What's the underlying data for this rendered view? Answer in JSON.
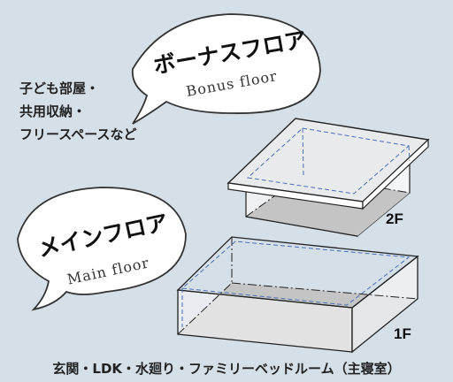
{
  "bonus_bubble": {
    "title": "ボーナスフロア",
    "subtitle": "Bonus floor"
  },
  "main_bubble": {
    "title": "メインフロア",
    "subtitle": "Main floor"
  },
  "bonus_uses": [
    "子ども部屋・",
    "共用収納・",
    "フリースペースなど"
  ],
  "floor_labels": {
    "upper": "2F",
    "lower": "1F"
  },
  "main_uses": "玄関・LDK・水廻り・ファミリーベッドルーム（主寝室）",
  "colors": {
    "background": "#d5dfe8",
    "box_face": "#f2f3f5",
    "floor_shade": "#c4c4c4",
    "hidden_edge": "#4a6fb5"
  }
}
